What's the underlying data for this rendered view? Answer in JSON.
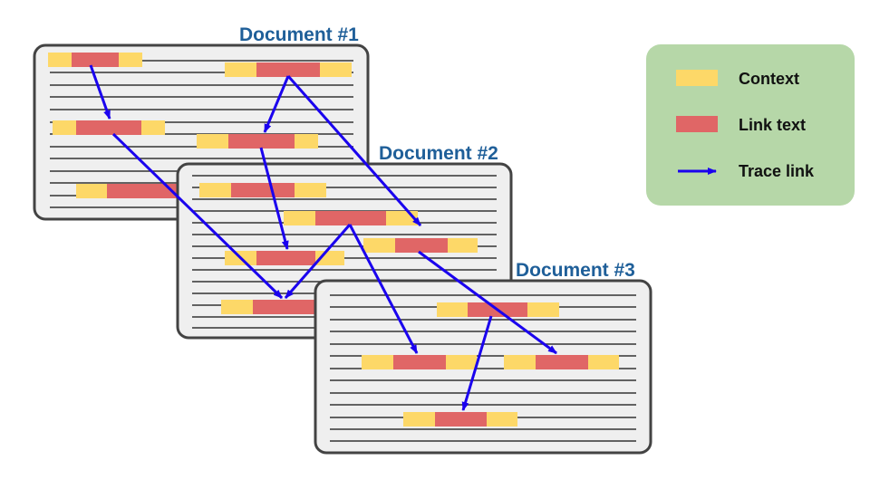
{
  "documents": [
    {
      "title": "Document #1"
    },
    {
      "title": "Document #2"
    },
    {
      "title": "Document #3"
    }
  ],
  "legend": {
    "context_label": "Context",
    "link_text_label": "Link text",
    "trace_link_label": "Trace link"
  },
  "colors": {
    "context": "#fdd868",
    "link_text": "#e06666",
    "trace_link": "#1a00ee",
    "doc_fill": "#efefef",
    "doc_border": "#434343",
    "legend_bg": "#b6d7a8",
    "title": "#1f5f99"
  },
  "icons": {
    "trace_link": "arrow-right-icon"
  }
}
